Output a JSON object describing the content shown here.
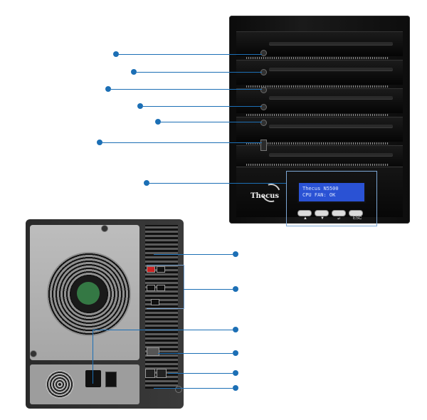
{
  "front_panel": {
    "lcd_line1": "Thecus  N5500",
    "lcd_line2": "CPU FAN:  OK",
    "brand": "Thecus",
    "lcd_keys": [
      "▲",
      "▼",
      "↵",
      "ESC"
    ],
    "bay_count": 5
  },
  "front_callouts": [
    {
      "name": "power-button"
    },
    {
      "name": "system-led"
    },
    {
      "name": "wan-led"
    },
    {
      "name": "lan-led"
    },
    {
      "name": "usb-copy-button"
    },
    {
      "name": "front-usb-port"
    },
    {
      "name": "lcd-panel"
    }
  ],
  "rear_callouts": [
    {
      "name": "esata-port"
    },
    {
      "name": "usb-ports"
    },
    {
      "name": "system-fan"
    },
    {
      "name": "serial-port"
    },
    {
      "name": "wan-port"
    },
    {
      "name": "lan-port"
    }
  ],
  "colors": {
    "callout": "#1c6fb5",
    "lcd_background": "#2a52d4",
    "chassis": "#0d0d0d"
  }
}
